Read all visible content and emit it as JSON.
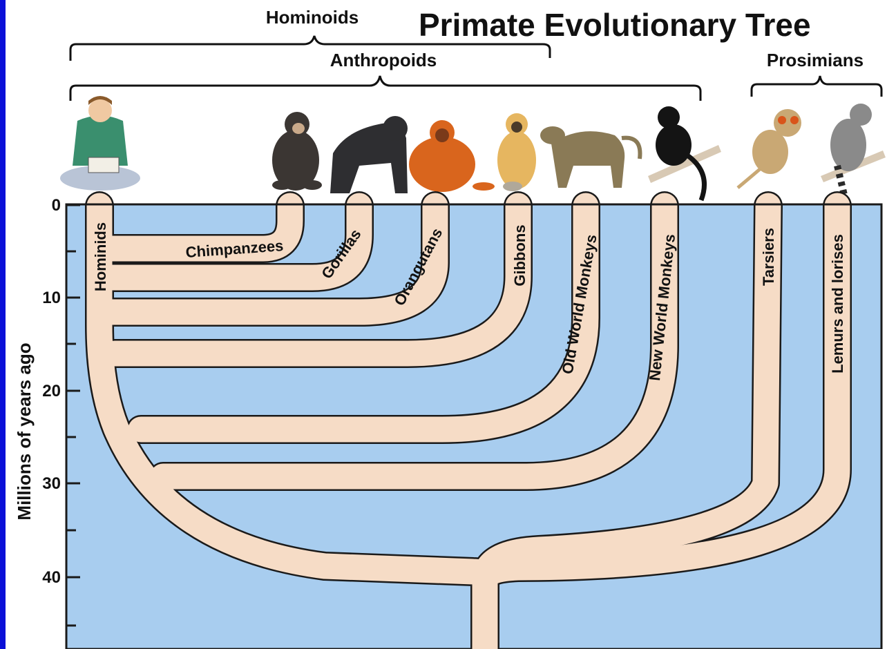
{
  "title": "Primate Evolutionary Tree",
  "groups": {
    "hominoids": "Hominoids",
    "anthropoids": "Anthropoids",
    "prosimians": "Prosimians"
  },
  "axis": {
    "label": "Millions of years ago",
    "ticks": [
      "0",
      "10",
      "20",
      "30",
      "40"
    ]
  },
  "taxa": {
    "hominids": "Hominids",
    "chimpanzees": "Chimpanzees",
    "gorillas": "Gorillas",
    "orangutans": "Orangutans",
    "gibbons": "Gibbons",
    "old_world_monkeys": "Old World Monkeys",
    "new_world_monkeys": "New World Monkeys",
    "tarsiers": "Tarsiers",
    "lemurs": "Lemurs and lorises"
  },
  "colors": {
    "background": "#a8cdef",
    "branch": "#f6dcc6",
    "outline": "#1a1a1a",
    "border": "#0a10d8"
  },
  "icons": [
    "human-reading-icon",
    "chimpanzee-icon",
    "gorilla-icon",
    "orangutan-icon",
    "gibbon-icon",
    "baboon-icon",
    "spider-monkey-icon",
    "tarsier-icon",
    "lemur-icon"
  ]
}
